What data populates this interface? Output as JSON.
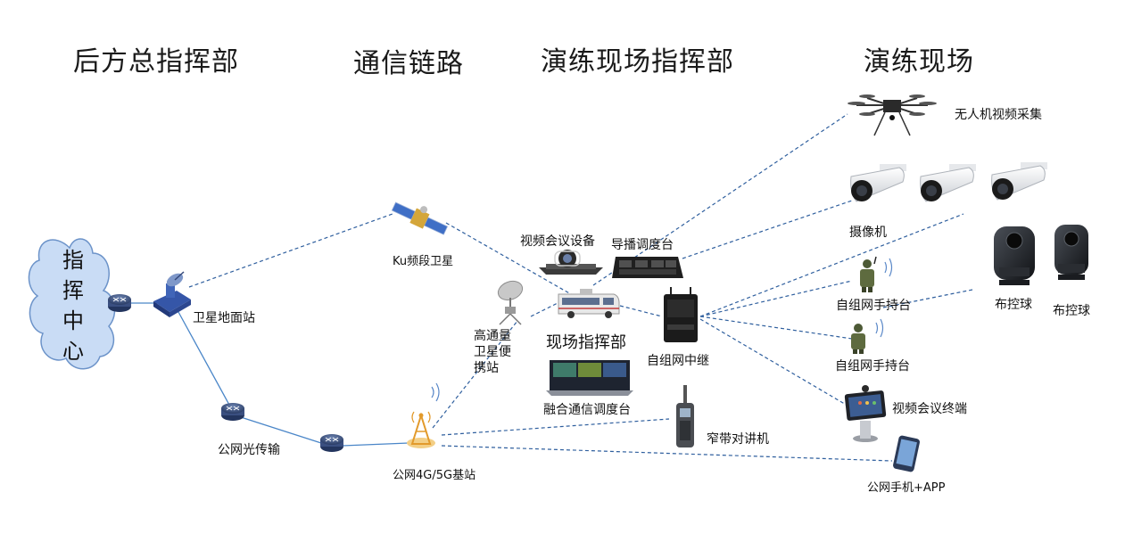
{
  "headers": {
    "rear_command": "后方总指挥部",
    "comm_link": "通信链路",
    "field_command": "演练现场指挥部",
    "exercise_site": "演练现场"
  },
  "center": [
    "指",
    "挥",
    "中",
    "心"
  ],
  "nodes": {
    "sat_ground_station": "卫星地面站",
    "ku_satellite": "Ku频段卫星",
    "public_fiber": "公网光传输",
    "base_station": "公网4G/5G基站",
    "hts_portable": [
      "高通量",
      "卫星便",
      "携站"
    ],
    "video_conf_device": "视频会议设备",
    "director_console": "导播调度台",
    "field_hq": "现场指挥部",
    "fusion_console": "融合通信调度台",
    "mesh_relay": "自组网中继",
    "narrowband_radio": "窄带对讲机",
    "uav_capture": "无人机视频采集",
    "camera": "摄像机",
    "handheld_1": "自组网手持台",
    "handheld_2": "自组网手持台",
    "dome_1": "布控球",
    "dome_2": "布控球",
    "video_terminal": "视频会议终端",
    "mobile_app": "公网手机+APP"
  },
  "colors": {
    "link_blue": "#3b76b8",
    "cloud_fill": "#c9dcf5",
    "cloud_stroke": "#6c93c9"
  }
}
